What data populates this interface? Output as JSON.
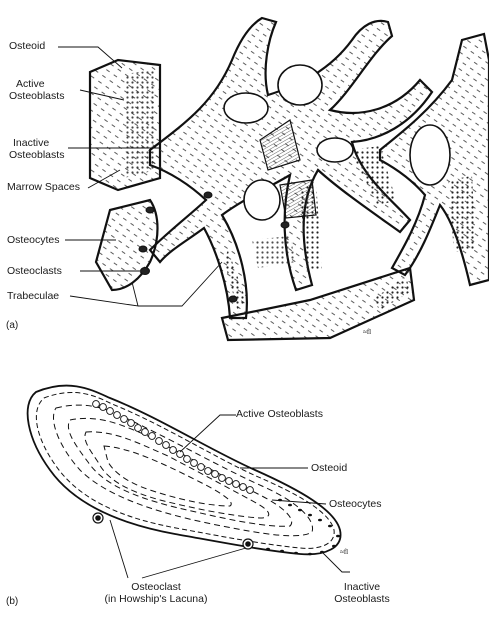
{
  "panel_a": {
    "tag": "(a)",
    "labels": {
      "osteoid": "Osteoid",
      "active_osteoblasts": [
        "Active",
        "Osteoblasts"
      ],
      "inactive_osteoblasts": [
        "Inactive",
        "Osteoblasts"
      ],
      "marrow_spaces": "Marrow Spaces",
      "osteocytes": "Osteocytes",
      "osteoclasts": "Osteoclasts",
      "trabeculae": "Trabeculae"
    }
  },
  "panel_b": {
    "tag": "(b)",
    "labels": {
      "active_osteoblasts": "Active Osteoblasts",
      "osteoid": "Osteoid",
      "osteocytes": "Osteocytes",
      "osteoclast": [
        "Osteoclast",
        "(in Howship's Lacuna)"
      ],
      "inactive_osteoblasts": [
        "Inactive",
        "Osteoblasts"
      ]
    }
  }
}
